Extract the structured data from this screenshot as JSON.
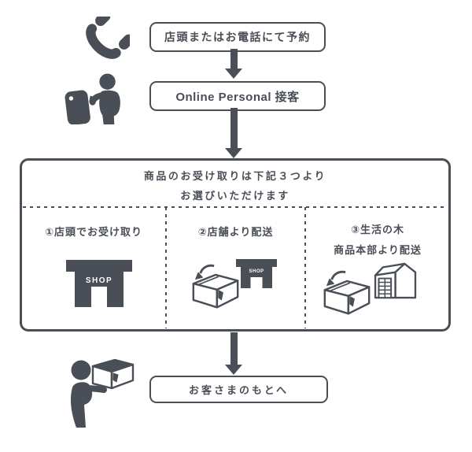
{
  "colors": {
    "ink": "#4a4e57",
    "background": "#ffffff",
    "sign_text": "#ffffff"
  },
  "steps": {
    "step1": "店頭またはお電話にて予約",
    "step2": "Online Personal 接客",
    "final": "お客さまのもとへ"
  },
  "pickup_box": {
    "header_line1": "商品のお受け取りは下記３つより",
    "header_line2": "お選びいただけます",
    "options": {
      "option1": {
        "label": "①店頭でお受け取り",
        "shop_sign": "SHOP"
      },
      "option2": {
        "label": "②店舗より配送",
        "shop_sign": "SHOP"
      },
      "option3": {
        "label_line1": "③生活の木",
        "label_line2": "商品本部より配送"
      }
    }
  },
  "icons": {
    "phone": "phone-handset-icon",
    "online_personal": "person-with-smartphone-icon",
    "store_pickup": "storefront-icon",
    "store_delivery": "shipping-box-and-storefront-icon",
    "hq_delivery": "shipping-box-and-warehouse-icon",
    "customer_delivery": "person-carrying-box-icon"
  }
}
